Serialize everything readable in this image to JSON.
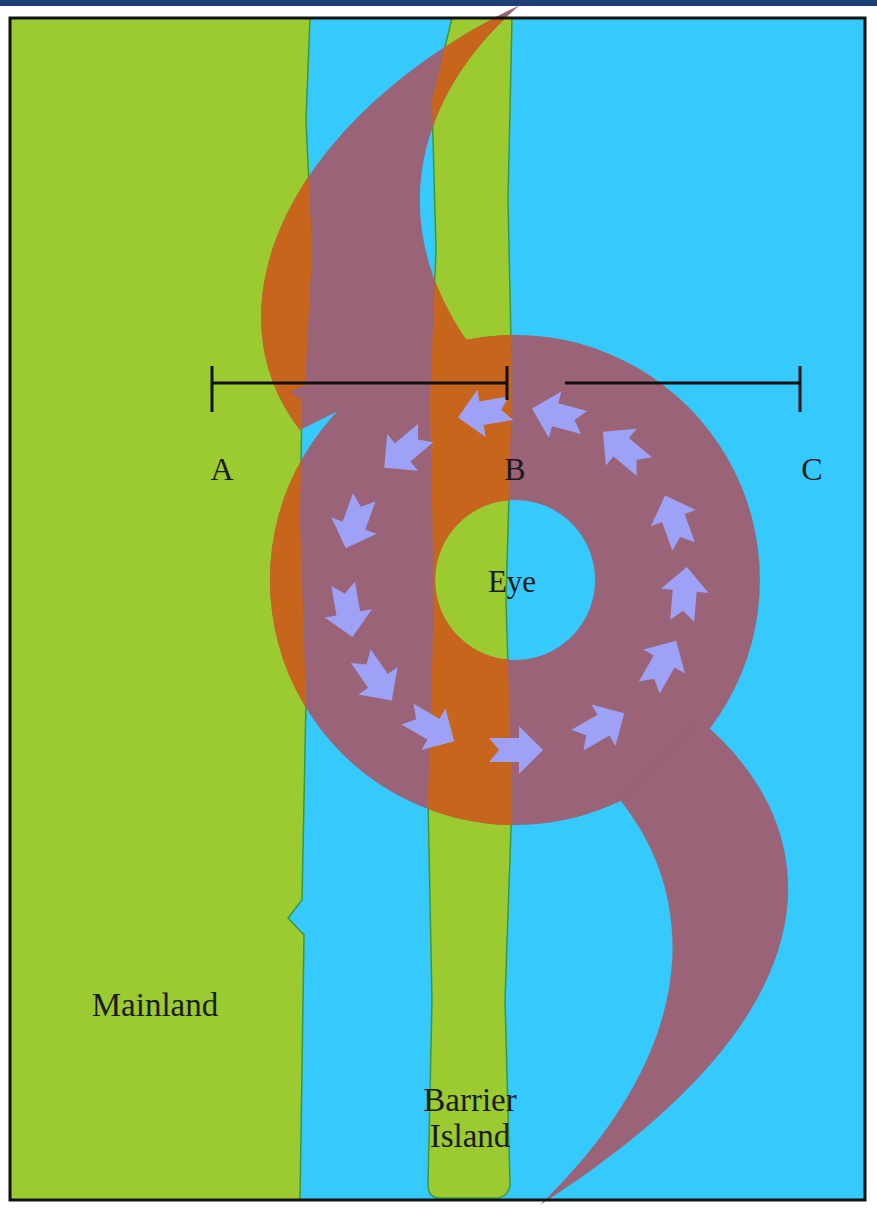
{
  "diagram": {
    "nodes": [
      {
        "text": [
          "Eye"
        ]
      }
    ],
    "labels": [
      "A",
      "B",
      "C",
      "Mainland",
      "Barrier Island"
    ]
  }
}
